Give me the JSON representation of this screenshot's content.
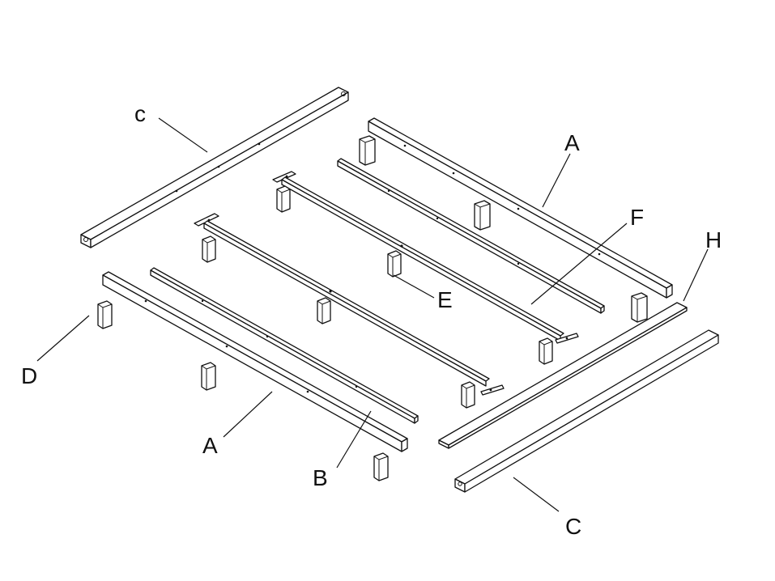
{
  "labels": {
    "c_top": "c",
    "a_right": "A",
    "f": "F",
    "h": "H",
    "e": "E",
    "d": "D",
    "a_left": "A",
    "b": "B",
    "c_bottom": "C"
  },
  "colors": {
    "ink": "#111111",
    "paper": "#ffffff"
  }
}
